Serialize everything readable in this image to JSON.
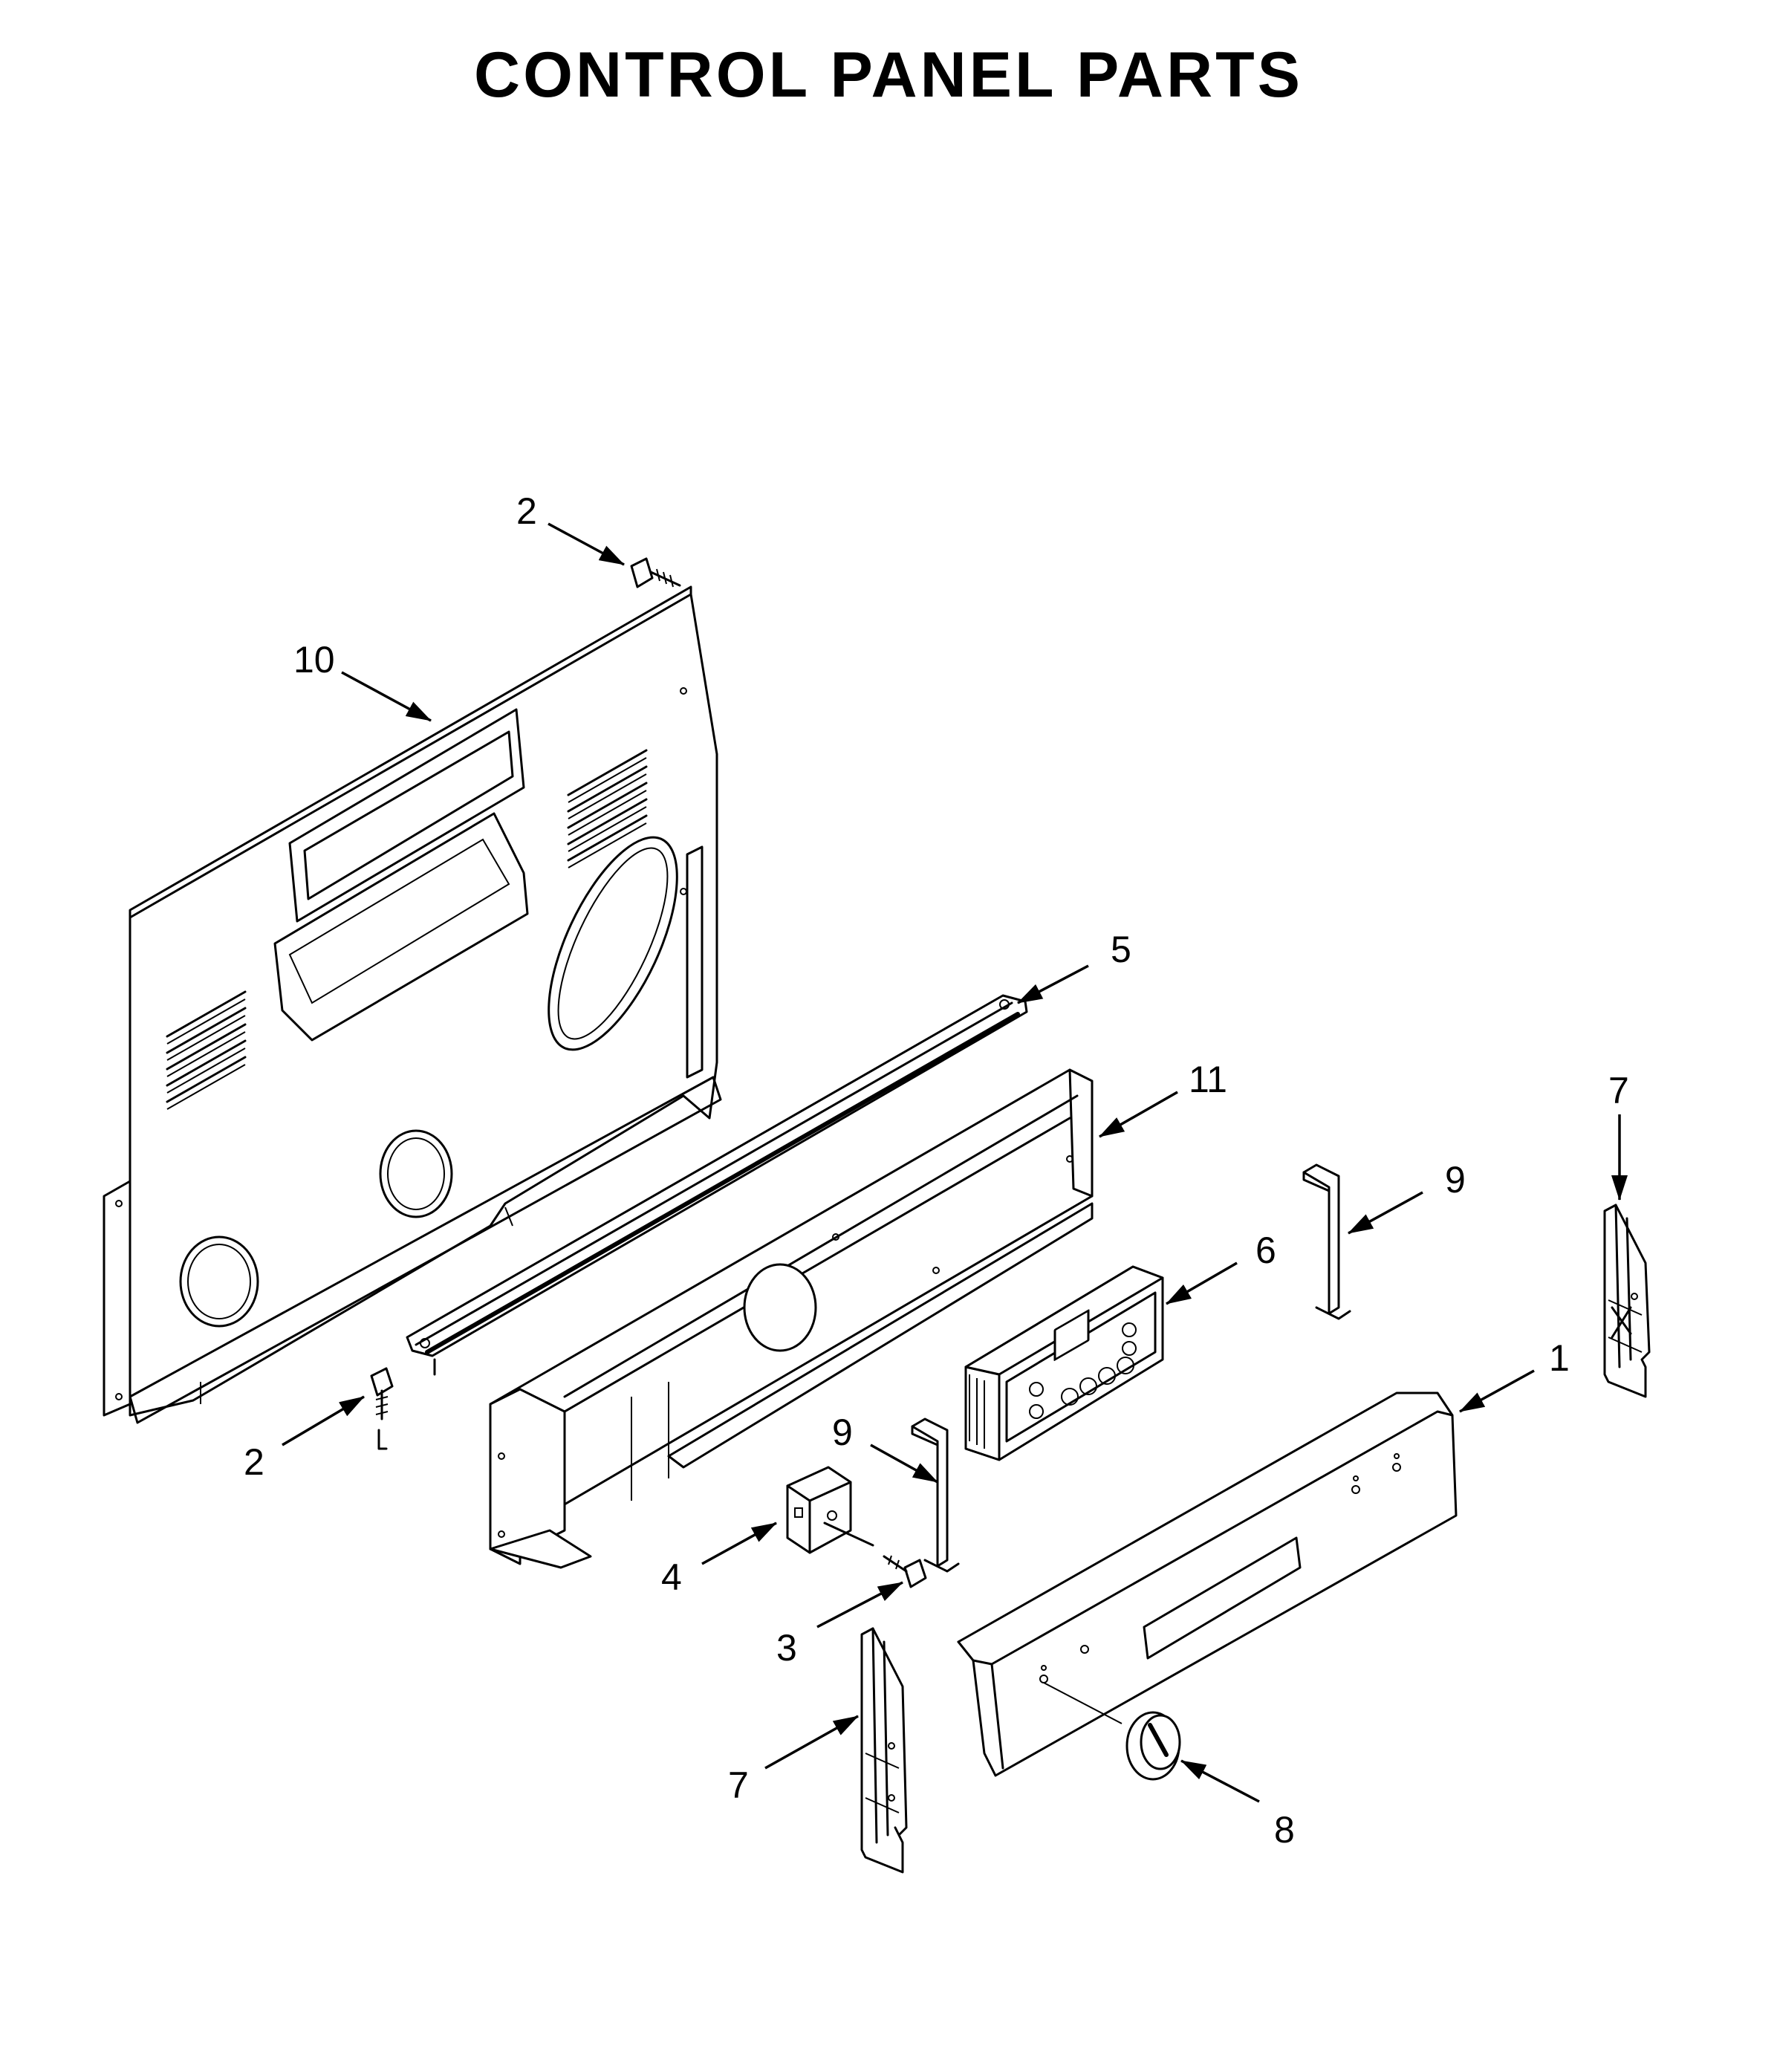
{
  "title": "CONTROL PANEL PARTS",
  "callouts": [
    {
      "id": "c2-top",
      "label": "2"
    },
    {
      "id": "c10",
      "label": "10"
    },
    {
      "id": "c5",
      "label": "5"
    },
    {
      "id": "c11",
      "label": "11"
    },
    {
      "id": "c7-right",
      "label": "7"
    },
    {
      "id": "c9-right",
      "label": "9"
    },
    {
      "id": "c6",
      "label": "6"
    },
    {
      "id": "c1",
      "label": "1"
    },
    {
      "id": "c2-bottom",
      "label": "2"
    },
    {
      "id": "c9-left",
      "label": "9"
    },
    {
      "id": "c4",
      "label": "4"
    },
    {
      "id": "c3",
      "label": "3"
    },
    {
      "id": "c7-left",
      "label": "7"
    },
    {
      "id": "c8",
      "label": "8"
    }
  ]
}
